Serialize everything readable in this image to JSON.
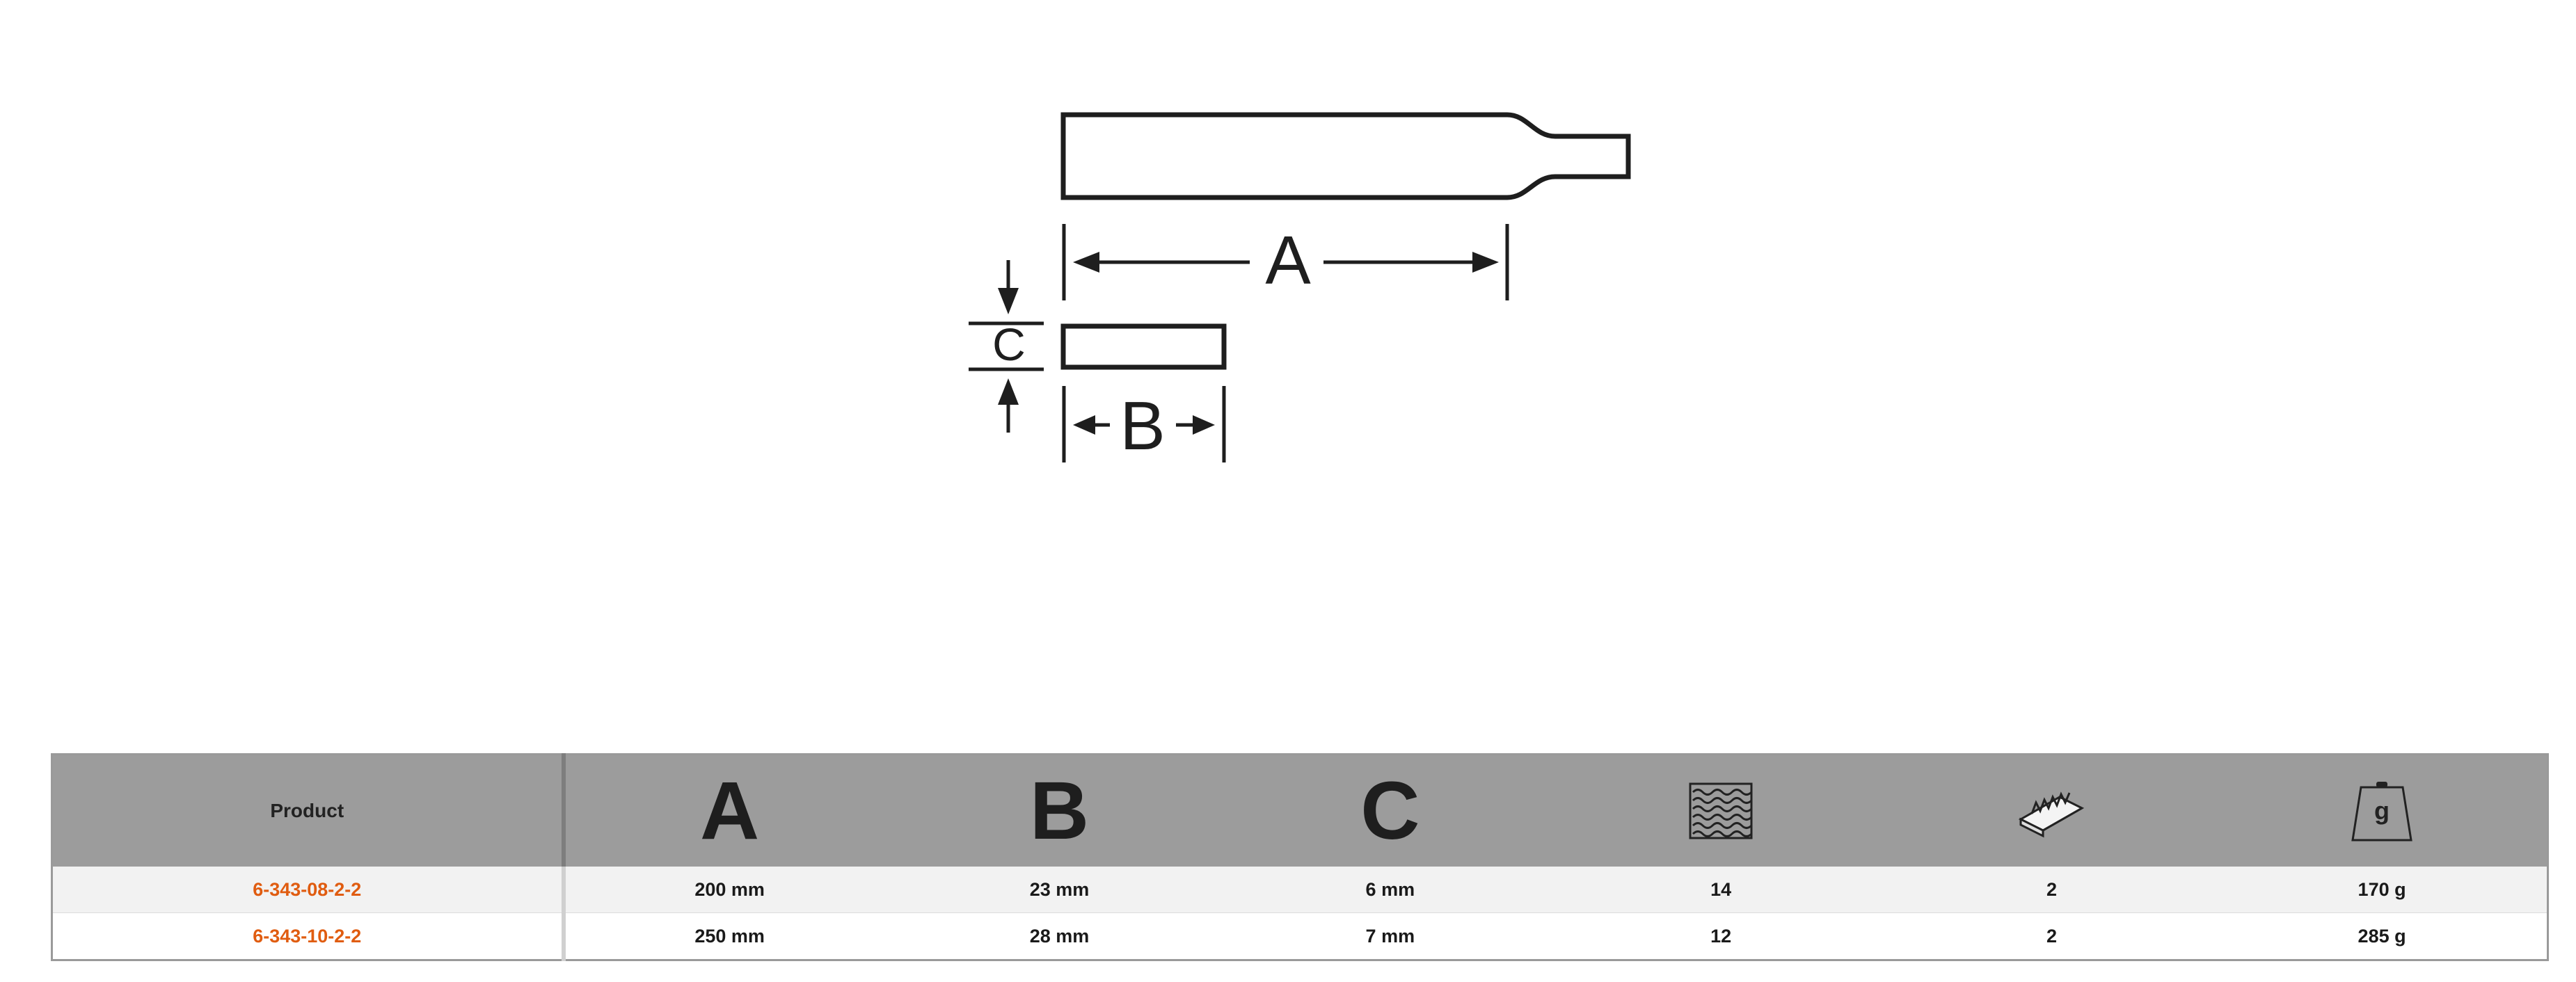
{
  "diagram": {
    "label_a": "A",
    "label_b": "B",
    "label_c": "C"
  },
  "table": {
    "headers": {
      "product": "Product",
      "a": "A",
      "b": "B",
      "c": "C",
      "teeth_icon": "wavy-teeth-icon",
      "file_cut_icon": "file-cut-icon",
      "weight_icon": "weight-icon",
      "weight_unit": "g"
    },
    "rows": [
      {
        "product": "6-343-08-2-2",
        "a": "200 mm",
        "b": "23 mm",
        "c": "6 mm",
        "teeth": "14",
        "cut": "2",
        "weight": "170 g"
      },
      {
        "product": "6-343-10-2-2",
        "a": "250 mm",
        "b": "28 mm",
        "c": "7 mm",
        "teeth": "12",
        "cut": "2",
        "weight": "285 g"
      }
    ],
    "colors": {
      "header_bg": "#9c9c9c",
      "product_code": "#e05c10",
      "row_alt": "#f2f2f2"
    }
  }
}
